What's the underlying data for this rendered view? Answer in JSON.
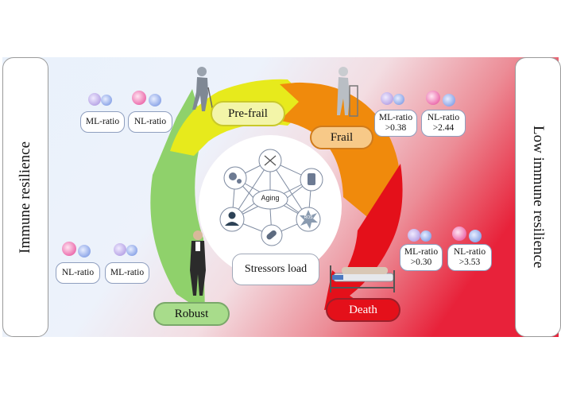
{
  "sides": {
    "left_label": "Immune resilience",
    "right_label": "Low immune resilience"
  },
  "stages": {
    "pre_frail": "Pre-frail",
    "frail": "Frail",
    "robust": "Robust",
    "death": "Death"
  },
  "center": {
    "aging": "Aging",
    "ros": "ROS",
    "stressors": "Stressors load"
  },
  "ratios": {
    "prefrail_ml": "ML-ratio",
    "prefrail_nl": "NL-ratio",
    "frail_ml": "ML-ratio",
    "frail_ml_value": ">0.38",
    "frail_nl": "NL-ratio",
    "frail_nl_value": ">2.44",
    "robust_nl": "NL-ratio",
    "robust_ml": "ML-ratio",
    "death_ml": "ML-ratio",
    "death_ml_value": ">0.30",
    "death_nl": "NL-ratio",
    "death_nl_value": ">3.53"
  },
  "colors": {
    "robust": "#8fd16b",
    "pre_frail": "#e7ea1c",
    "frail": "#f08a0c",
    "death": "#e4101a",
    "background_right": "#e8223a",
    "background_left": "#e9f1fb",
    "monocyte": "#b9a6e6",
    "neutrophil": "#f07ab6",
    "lymphocyte": "#8ea7e8"
  },
  "icons": [
    "dna-icon",
    "virus-icon",
    "cup-icon",
    "person-icon",
    "pill-icon",
    "ros-burst-icon",
    "elderly-person-icon",
    "walker-person-icon",
    "standing-man-icon",
    "hospital-bed-icon"
  ]
}
